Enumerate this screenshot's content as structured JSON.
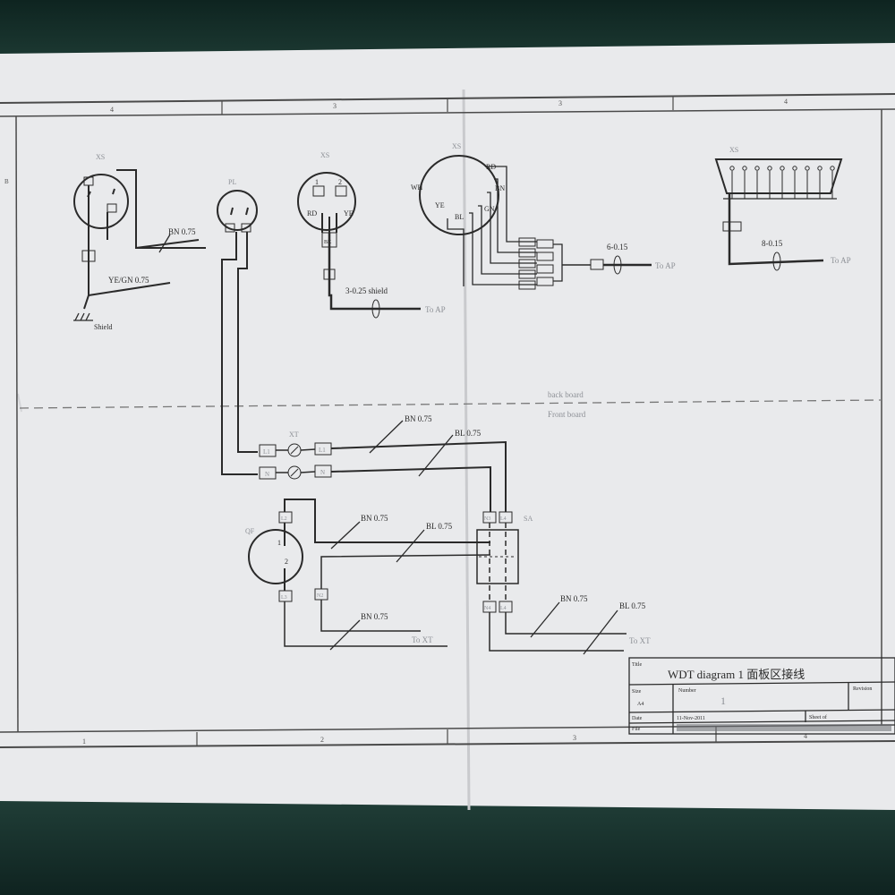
{
  "title_block": {
    "title_label": "Title",
    "title": "WDT diagram 1 面板区接线",
    "size_label": "Size",
    "size_value": "A4",
    "number_label": "Number",
    "number_value": "1",
    "revision_label": "Revision",
    "date_label": "Date",
    "date_value": "11-Nov-2011",
    "sheet_label": "Sheet of",
    "file_label": "File"
  },
  "zones": {
    "top": [
      "4",
      "3",
      "3",
      "4"
    ],
    "bottom": [
      "1",
      "2",
      "3",
      "4"
    ],
    "left": "B"
  },
  "board_labels": {
    "back": "back board",
    "front": "Front board"
  },
  "components": {
    "xs_left": "XS",
    "pl": "PL",
    "xs_mid": "XS",
    "xs_5pin": "XS",
    "xs_dsub": "XS",
    "xt": "XT",
    "qf": "QF",
    "sa": "SA"
  },
  "pins": {
    "xs_mid_pin1": "1",
    "xs_mid_pin2": "2",
    "xs_mid_rd": "RD",
    "xs_mid_ye": "YE",
    "xs_mid_bk": "BK",
    "xs5_rd": "RD",
    "xs5_wh": "WH",
    "xs5_bn": "BN",
    "xs5_ye": "YE",
    "xs5_gn": "GN",
    "xs5_bl": "BL",
    "qf_1": "1",
    "qf_2": "2"
  },
  "terminals": {
    "l1": "L1",
    "n": "N",
    "l2": "L2",
    "n2": "N2",
    "l3": "L3",
    "n3": "N3",
    "l4": "L4",
    "n4": "N4"
  },
  "wire_labels": {
    "bn075_a": "BN 0.75",
    "yegn075": "YE/GN 0.75",
    "shield": "Shield",
    "shield025": "3-0.25 shield",
    "to_ap1": "To AP",
    "six015": "6-0.15",
    "to_ap2": "To AP",
    "eight015": "8-0.15",
    "to_ap3": "To AP",
    "bn075_b": "BN 0.75",
    "bl075_a": "BL 0.75",
    "bn075_c": "BN 0.75",
    "bl075_b": "BL 0.75",
    "bn075_d": "BN 0.75",
    "to_xt1": "To XT",
    "bn075_e": "BN 0.75",
    "bl075_c": "BL 0.75",
    "to_xt2": "To XT"
  },
  "colors": {
    "paper": "#e9eaec",
    "line": "#2a2a2a",
    "faint": "#8d9096",
    "desk": "#15302a"
  }
}
